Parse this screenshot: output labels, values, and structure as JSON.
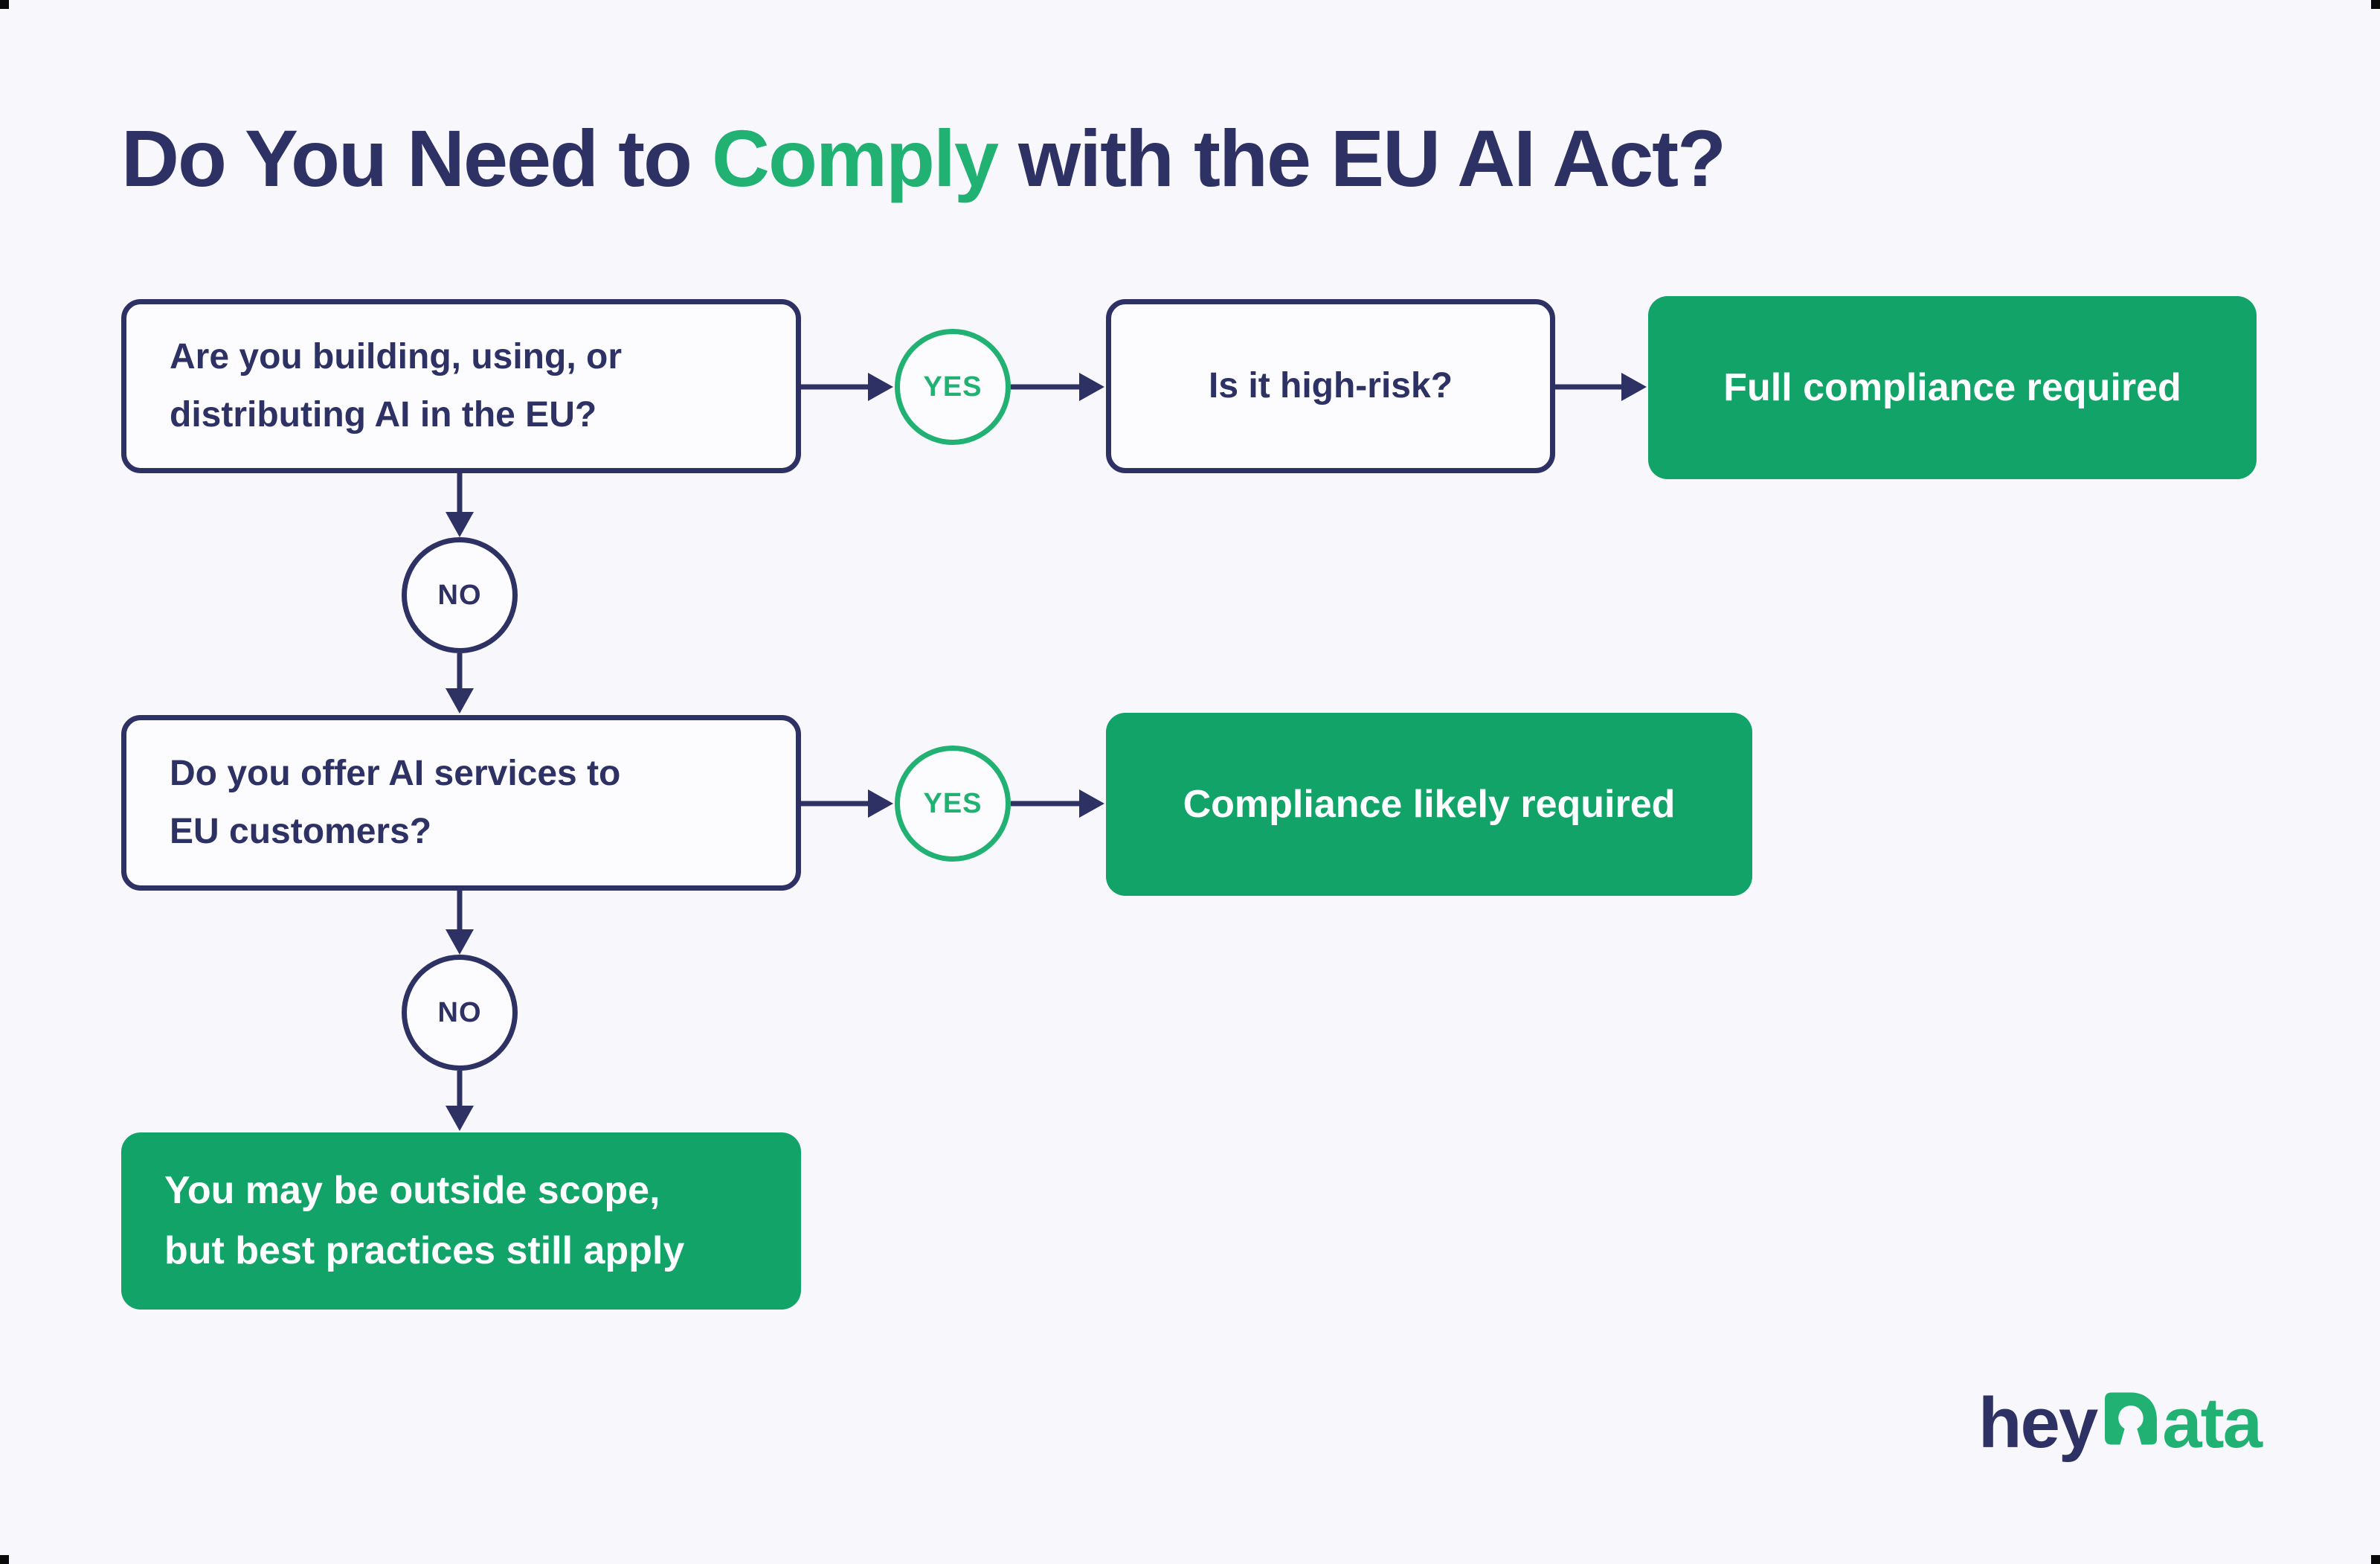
{
  "page": {
    "background": "#f7f7fc",
    "colors": {
      "navy": "#2d3163",
      "result_green": "#12a369",
      "accent_green": "#21b173",
      "box_fill": "#fcfcff",
      "result_text": "#ffffff"
    }
  },
  "title": {
    "part1": "Do You Need to ",
    "highlight": "Comply",
    "part2": " with the EU AI Act?"
  },
  "flowchart": {
    "nodes": {
      "q1": {
        "label": "Are you building, using, or\ndistributing AI in the EU?"
      },
      "q2": {
        "label": "Is it high-risk?"
      },
      "q3": {
        "label": "Do you offer AI services to\nEU customers?"
      },
      "r1": {
        "label": "Full compliance required"
      },
      "r2": {
        "label": "Compliance likely required"
      },
      "r3": {
        "label": "You may be outside scope,\nbut best practices still apply"
      }
    },
    "labels": {
      "yes": "YES",
      "no": "NO"
    }
  },
  "logo": {
    "prefix": "hey",
    "suffix": "ata",
    "icon": "keyhole-d-icon"
  }
}
